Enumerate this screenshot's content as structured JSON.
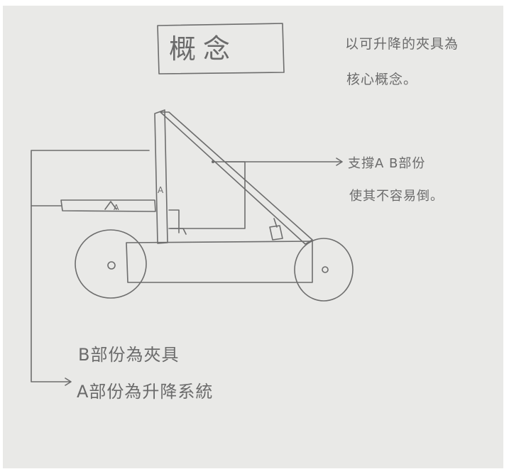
{
  "title": "概念",
  "top_note": [
    "以可升降的夾具為",
    "核心概念。"
  ],
  "strut_note": [
    "支撐A B部份",
    "使其不容易倒。"
  ],
  "bottom_note": [
    "B部份為夾具",
    "A部份為升降系統"
  ],
  "labels": {
    "a_mark": "A",
    "b_mark": "A"
  },
  "colors": {
    "paper": "#e9e9e7",
    "pencil": "#6b6b6b"
  }
}
